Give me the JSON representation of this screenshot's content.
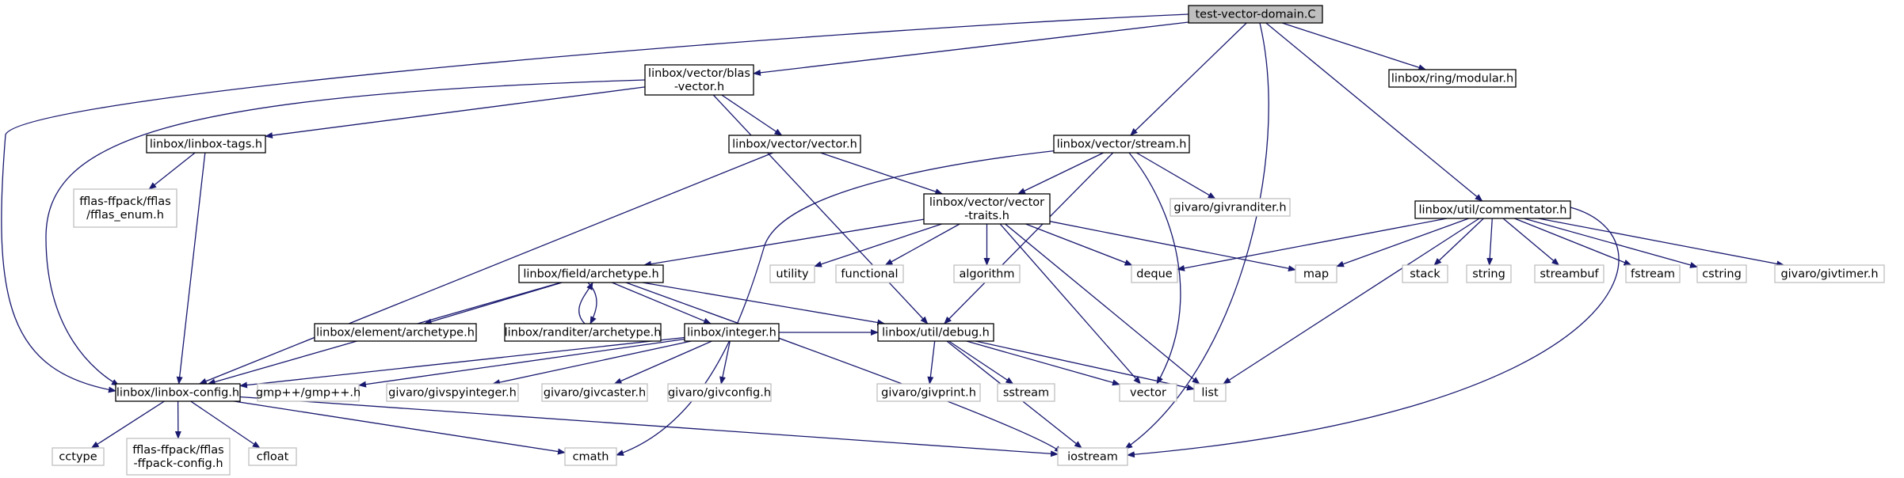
{
  "graph": {
    "root": "n0",
    "colors": {
      "edge": "#191970",
      "root_fill": "#bfbfbf",
      "node_border": "#000000",
      "external_border": "#bfbfbf",
      "text": "#000000"
    },
    "nodes": [
      {
        "id": "n0",
        "lines": [
          "test-vector-domain.C"
        ],
        "kind": "root"
      },
      {
        "id": "n1",
        "lines": [
          "linbox/vector/blas",
          "-vector.h"
        ],
        "kind": "internal"
      },
      {
        "id": "n2",
        "lines": [
          "linbox/ring/modular.h"
        ],
        "kind": "internal"
      },
      {
        "id": "n3",
        "lines": [
          "linbox/linbox-tags.h"
        ],
        "kind": "internal"
      },
      {
        "id": "n4",
        "lines": [
          "linbox/vector/vector.h"
        ],
        "kind": "internal"
      },
      {
        "id": "n5",
        "lines": [
          "linbox/vector/stream.h"
        ],
        "kind": "internal"
      },
      {
        "id": "n6",
        "lines": [
          "fflas-ffpack/fflas",
          "/fflas_enum.h"
        ],
        "kind": "external"
      },
      {
        "id": "n7",
        "lines": [
          "linbox/vector/vector",
          "-traits.h"
        ],
        "kind": "internal"
      },
      {
        "id": "n8",
        "lines": [
          "givaro/givranditer.h"
        ],
        "kind": "external"
      },
      {
        "id": "n9",
        "lines": [
          "linbox/util/commentator.h"
        ],
        "kind": "internal"
      },
      {
        "id": "n10",
        "lines": [
          "linbox/field/archetype.h"
        ],
        "kind": "internal"
      },
      {
        "id": "n11",
        "lines": [
          "utility"
        ],
        "kind": "external"
      },
      {
        "id": "n12",
        "lines": [
          "functional"
        ],
        "kind": "external"
      },
      {
        "id": "n13",
        "lines": [
          "algorithm"
        ],
        "kind": "external"
      },
      {
        "id": "n14",
        "lines": [
          "deque"
        ],
        "kind": "external"
      },
      {
        "id": "n15",
        "lines": [
          "map"
        ],
        "kind": "external"
      },
      {
        "id": "n16",
        "lines": [
          "stack"
        ],
        "kind": "external"
      },
      {
        "id": "n17",
        "lines": [
          "string"
        ],
        "kind": "external"
      },
      {
        "id": "n18",
        "lines": [
          "streambuf"
        ],
        "kind": "external"
      },
      {
        "id": "n19",
        "lines": [
          "fstream"
        ],
        "kind": "external"
      },
      {
        "id": "n20",
        "lines": [
          "cstring"
        ],
        "kind": "external"
      },
      {
        "id": "n21",
        "lines": [
          "givaro/givtimer.h"
        ],
        "kind": "external"
      },
      {
        "id": "n22",
        "lines": [
          "linbox/element/archetype.h"
        ],
        "kind": "internal"
      },
      {
        "id": "n23",
        "lines": [
          "linbox/randiter/archetype.h"
        ],
        "kind": "internal"
      },
      {
        "id": "n24",
        "lines": [
          "linbox/integer.h"
        ],
        "kind": "internal"
      },
      {
        "id": "n25",
        "lines": [
          "linbox/util/debug.h"
        ],
        "kind": "internal"
      },
      {
        "id": "n26",
        "lines": [
          "linbox/linbox-config.h"
        ],
        "kind": "internal"
      },
      {
        "id": "n27",
        "lines": [
          "gmp++/gmp++.h"
        ],
        "kind": "external"
      },
      {
        "id": "n28",
        "lines": [
          "givaro/givspyinteger.h"
        ],
        "kind": "external"
      },
      {
        "id": "n29",
        "lines": [
          "givaro/givcaster.h"
        ],
        "kind": "external"
      },
      {
        "id": "n30",
        "lines": [
          "givaro/givconfig.h"
        ],
        "kind": "external"
      },
      {
        "id": "n31",
        "lines": [
          "givaro/givprint.h"
        ],
        "kind": "external"
      },
      {
        "id": "n32",
        "lines": [
          "sstream"
        ],
        "kind": "external"
      },
      {
        "id": "n33",
        "lines": [
          "vector"
        ],
        "kind": "external"
      },
      {
        "id": "n34",
        "lines": [
          "list"
        ],
        "kind": "external"
      },
      {
        "id": "n35",
        "lines": [
          "cctype"
        ],
        "kind": "external"
      },
      {
        "id": "n36",
        "lines": [
          "fflas-ffpack/fflas",
          "-ffpack-config.h"
        ],
        "kind": "external"
      },
      {
        "id": "n37",
        "lines": [
          "cfloat"
        ],
        "kind": "external"
      },
      {
        "id": "n38",
        "lines": [
          "cmath"
        ],
        "kind": "external"
      },
      {
        "id": "n39",
        "lines": [
          "iostream"
        ],
        "kind": "external"
      }
    ],
    "edges": [
      {
        "from": "n0",
        "to": "n1"
      },
      {
        "from": "n0",
        "to": "n2"
      },
      {
        "from": "n0",
        "to": "n5"
      },
      {
        "from": "n0",
        "to": "n9"
      },
      {
        "from": "n0",
        "to": "n26"
      },
      {
        "from": "n0",
        "to": "n39"
      },
      {
        "from": "n1",
        "to": "n3"
      },
      {
        "from": "n1",
        "to": "n4"
      },
      {
        "from": "n1",
        "to": "n25"
      },
      {
        "from": "n1",
        "to": "n26"
      },
      {
        "from": "n3",
        "to": "n6"
      },
      {
        "from": "n3",
        "to": "n26"
      },
      {
        "from": "n4",
        "to": "n7"
      },
      {
        "from": "n4",
        "to": "n26"
      },
      {
        "from": "n5",
        "to": "n7"
      },
      {
        "from": "n5",
        "to": "n8"
      },
      {
        "from": "n5",
        "to": "n25"
      },
      {
        "from": "n5",
        "to": "n33"
      },
      {
        "from": "n5",
        "to": "n38"
      },
      {
        "from": "n7",
        "to": "n10"
      },
      {
        "from": "n7",
        "to": "n11"
      },
      {
        "from": "n7",
        "to": "n12"
      },
      {
        "from": "n7",
        "to": "n13"
      },
      {
        "from": "n7",
        "to": "n14"
      },
      {
        "from": "n7",
        "to": "n15"
      },
      {
        "from": "n7",
        "to": "n33"
      },
      {
        "from": "n7",
        "to": "n34"
      },
      {
        "from": "n9",
        "to": "n14"
      },
      {
        "from": "n9",
        "to": "n15"
      },
      {
        "from": "n9",
        "to": "n16"
      },
      {
        "from": "n9",
        "to": "n17"
      },
      {
        "from": "n9",
        "to": "n18"
      },
      {
        "from": "n9",
        "to": "n19"
      },
      {
        "from": "n9",
        "to": "n20"
      },
      {
        "from": "n9",
        "to": "n21"
      },
      {
        "from": "n9",
        "to": "n34"
      },
      {
        "from": "n9",
        "to": "n39"
      },
      {
        "from": "n10",
        "to": "n22"
      },
      {
        "from": "n10",
        "to": "n23"
      },
      {
        "from": "n10",
        "to": "n24"
      },
      {
        "from": "n10",
        "to": "n25"
      },
      {
        "from": "n10",
        "to": "n26"
      },
      {
        "from": "n10",
        "to": "n39"
      },
      {
        "from": "n23",
        "to": "n10"
      },
      {
        "from": "n24",
        "to": "n26"
      },
      {
        "from": "n24",
        "to": "n27"
      },
      {
        "from": "n24",
        "to": "n28"
      },
      {
        "from": "n24",
        "to": "n29"
      },
      {
        "from": "n24",
        "to": "n30"
      },
      {
        "from": "n24",
        "to": "n25"
      },
      {
        "from": "n25",
        "to": "n31"
      },
      {
        "from": "n25",
        "to": "n32"
      },
      {
        "from": "n25",
        "to": "n33"
      },
      {
        "from": "n25",
        "to": "n34"
      },
      {
        "from": "n25",
        "to": "n39"
      },
      {
        "from": "n26",
        "to": "n35"
      },
      {
        "from": "n26",
        "to": "n36"
      },
      {
        "from": "n26",
        "to": "n37"
      },
      {
        "from": "n26",
        "to": "n38"
      },
      {
        "from": "n26",
        "to": "n39"
      }
    ]
  }
}
